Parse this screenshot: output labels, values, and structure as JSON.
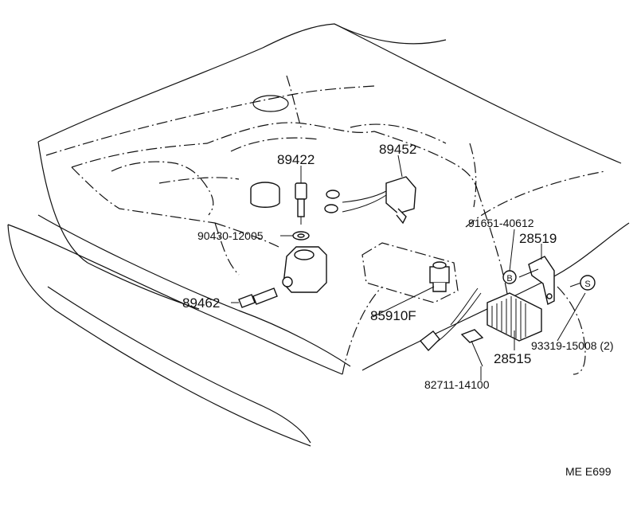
{
  "part_labels": {
    "p89422": "89422",
    "p89452": "89452",
    "p90430": "90430-12005",
    "p89462": "89462",
    "p85910f": "85910F",
    "p91651": "91651-40612",
    "p28519": "28519",
    "p28515": "28515",
    "p93319": "93319-15008 (2)",
    "p82711": "82711-14100"
  },
  "markers": {
    "b": "B",
    "s": "S"
  },
  "reference_code": "ME E699"
}
